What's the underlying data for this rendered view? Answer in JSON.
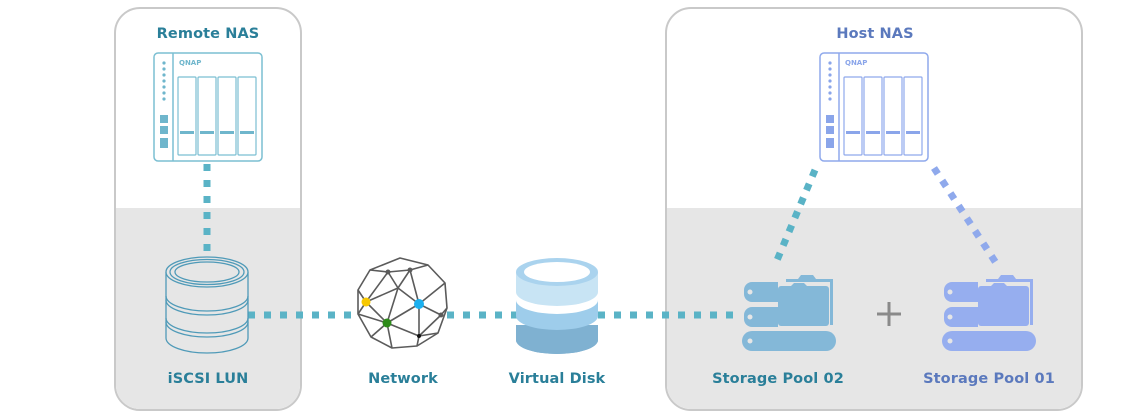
{
  "diagram": {
    "title": "iSCSI LUN remote storage pool expansion",
    "colors": {
      "teal": "#5ab3c6",
      "teal_text": "#2a7f99",
      "blue": "#8fa9ec",
      "blue_text": "#5b79bd",
      "pool02_fill": "#84b8d8",
      "pool01_fill": "#96aeef",
      "panel_border": "#c9c9c9",
      "band_gray": "#e6e6e6",
      "plus_gray": "#8a8a8a"
    },
    "panels": {
      "remote": {
        "title": "Remote NAS"
      },
      "host": {
        "title": "Host NAS"
      }
    },
    "nodes": [
      {
        "id": "remote_nas",
        "label": "Remote NAS",
        "icon": "nas-device-icon",
        "brand": "QNAP"
      },
      {
        "id": "iscsi_lun",
        "label": "iSCSI LUN",
        "icon": "database-outline-icon"
      },
      {
        "id": "network",
        "label": "Network",
        "icon": "geodesic-network-icon"
      },
      {
        "id": "virtual_disk",
        "label": "Virtual Disk",
        "icon": "database-stack-icon"
      },
      {
        "id": "host_nas",
        "label": "Host NAS",
        "icon": "nas-device-icon",
        "brand": "QNAP"
      },
      {
        "id": "storage_pool_02",
        "label": "Storage Pool 02",
        "icon": "storage-pool-icon"
      },
      {
        "id": "storage_pool_01",
        "label": "Storage Pool 01",
        "icon": "storage-pool-icon"
      }
    ],
    "operator": "+",
    "edges": [
      {
        "from": "remote_nas",
        "to": "iscsi_lun",
        "style": "dotted",
        "color": "teal"
      },
      {
        "from": "iscsi_lun",
        "to": "network",
        "style": "dotted",
        "color": "teal"
      },
      {
        "from": "network",
        "to": "virtual_disk",
        "style": "dotted",
        "color": "teal"
      },
      {
        "from": "virtual_disk",
        "to": "storage_pool_02",
        "style": "dotted",
        "color": "teal"
      },
      {
        "from": "host_nas",
        "to": "storage_pool_02",
        "style": "dotted",
        "color": "teal"
      },
      {
        "from": "host_nas",
        "to": "storage_pool_01",
        "style": "dotted",
        "color": "blue"
      }
    ]
  }
}
